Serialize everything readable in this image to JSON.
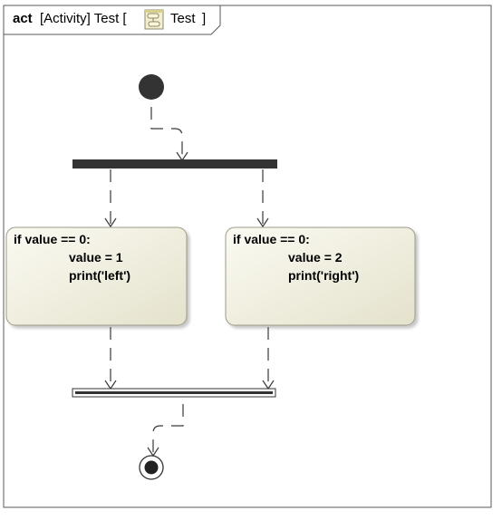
{
  "frame": {
    "keyword": "act",
    "label_prefix": "[Activity] Test [",
    "label_name": "Test",
    "label_suffix": "]",
    "icon": "activity-diagram-icon"
  },
  "nodes": {
    "initial": "initial-node",
    "fork": "fork-bar",
    "join": "join-bar",
    "final": "activity-final-node"
  },
  "actions": [
    {
      "lines": [
        "if value == 0:",
        "value = 1",
        "print('left')"
      ]
    },
    {
      "lines": [
        "if value == 0:",
        "value = 2",
        "print('right')"
      ]
    }
  ],
  "colors": {
    "action_fill_light": "#fbfaf2",
    "action_fill_dark": "#e4e2cc",
    "action_border": "#9c9b86",
    "bar_fill": "#333333",
    "initial_fill": "#333333"
  }
}
